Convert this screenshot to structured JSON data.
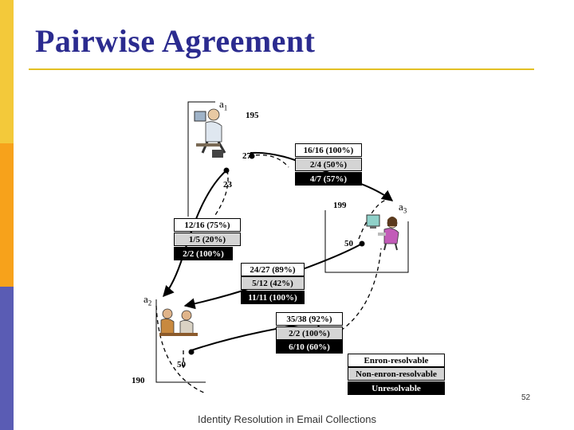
{
  "slide": {
    "title": "Pairwise Agreement",
    "footer": "Identity Resolution in Email Collections",
    "page_number": "52"
  },
  "colors": {
    "title": "#2b2b8f",
    "rule": "#e3c023",
    "sidebar": [
      "#f3c93a",
      "#f7a21b",
      "#5a5cb4"
    ],
    "enron_resolvable": "#ffffff",
    "non_enron_resolvable": "#d4d4d4",
    "unresolvable": "#000000"
  },
  "agents": {
    "a1": {
      "base": "a",
      "sub": "1"
    },
    "a2": {
      "base": "a",
      "sub": "2"
    },
    "a3": {
      "base": "a",
      "sub": "3"
    }
  },
  "counts": {
    "a1_only": "195",
    "a1_a3": "27",
    "a1_a2": "23",
    "a3_only": "199",
    "a3_a2": "50",
    "a2_a3": "50",
    "a2_only": "190"
  },
  "pairs": {
    "a1_a3": [
      "16/16 (100%)",
      "2/4 (50%)",
      "4/7 (57%)"
    ],
    "a1_a2": [
      "12/16 (75%)",
      "1/5 (20%)",
      "2/2 (100%)"
    ],
    "a3_a2": [
      "24/27 (89%)",
      "5/12 (42%)",
      "11/11 (100%)"
    ],
    "a2_a3": [
      "35/38 (92%)",
      "2/2 (100%)",
      "6/10 (60%)"
    ]
  },
  "legend": [
    "Enron-resolvable",
    "Non-enron-resolvable",
    "Unresolvable"
  ],
  "icons": {
    "a1": "person-at-computer-icon",
    "a2": "people-meeting-icon",
    "a3": "woman-at-computer-icon"
  }
}
